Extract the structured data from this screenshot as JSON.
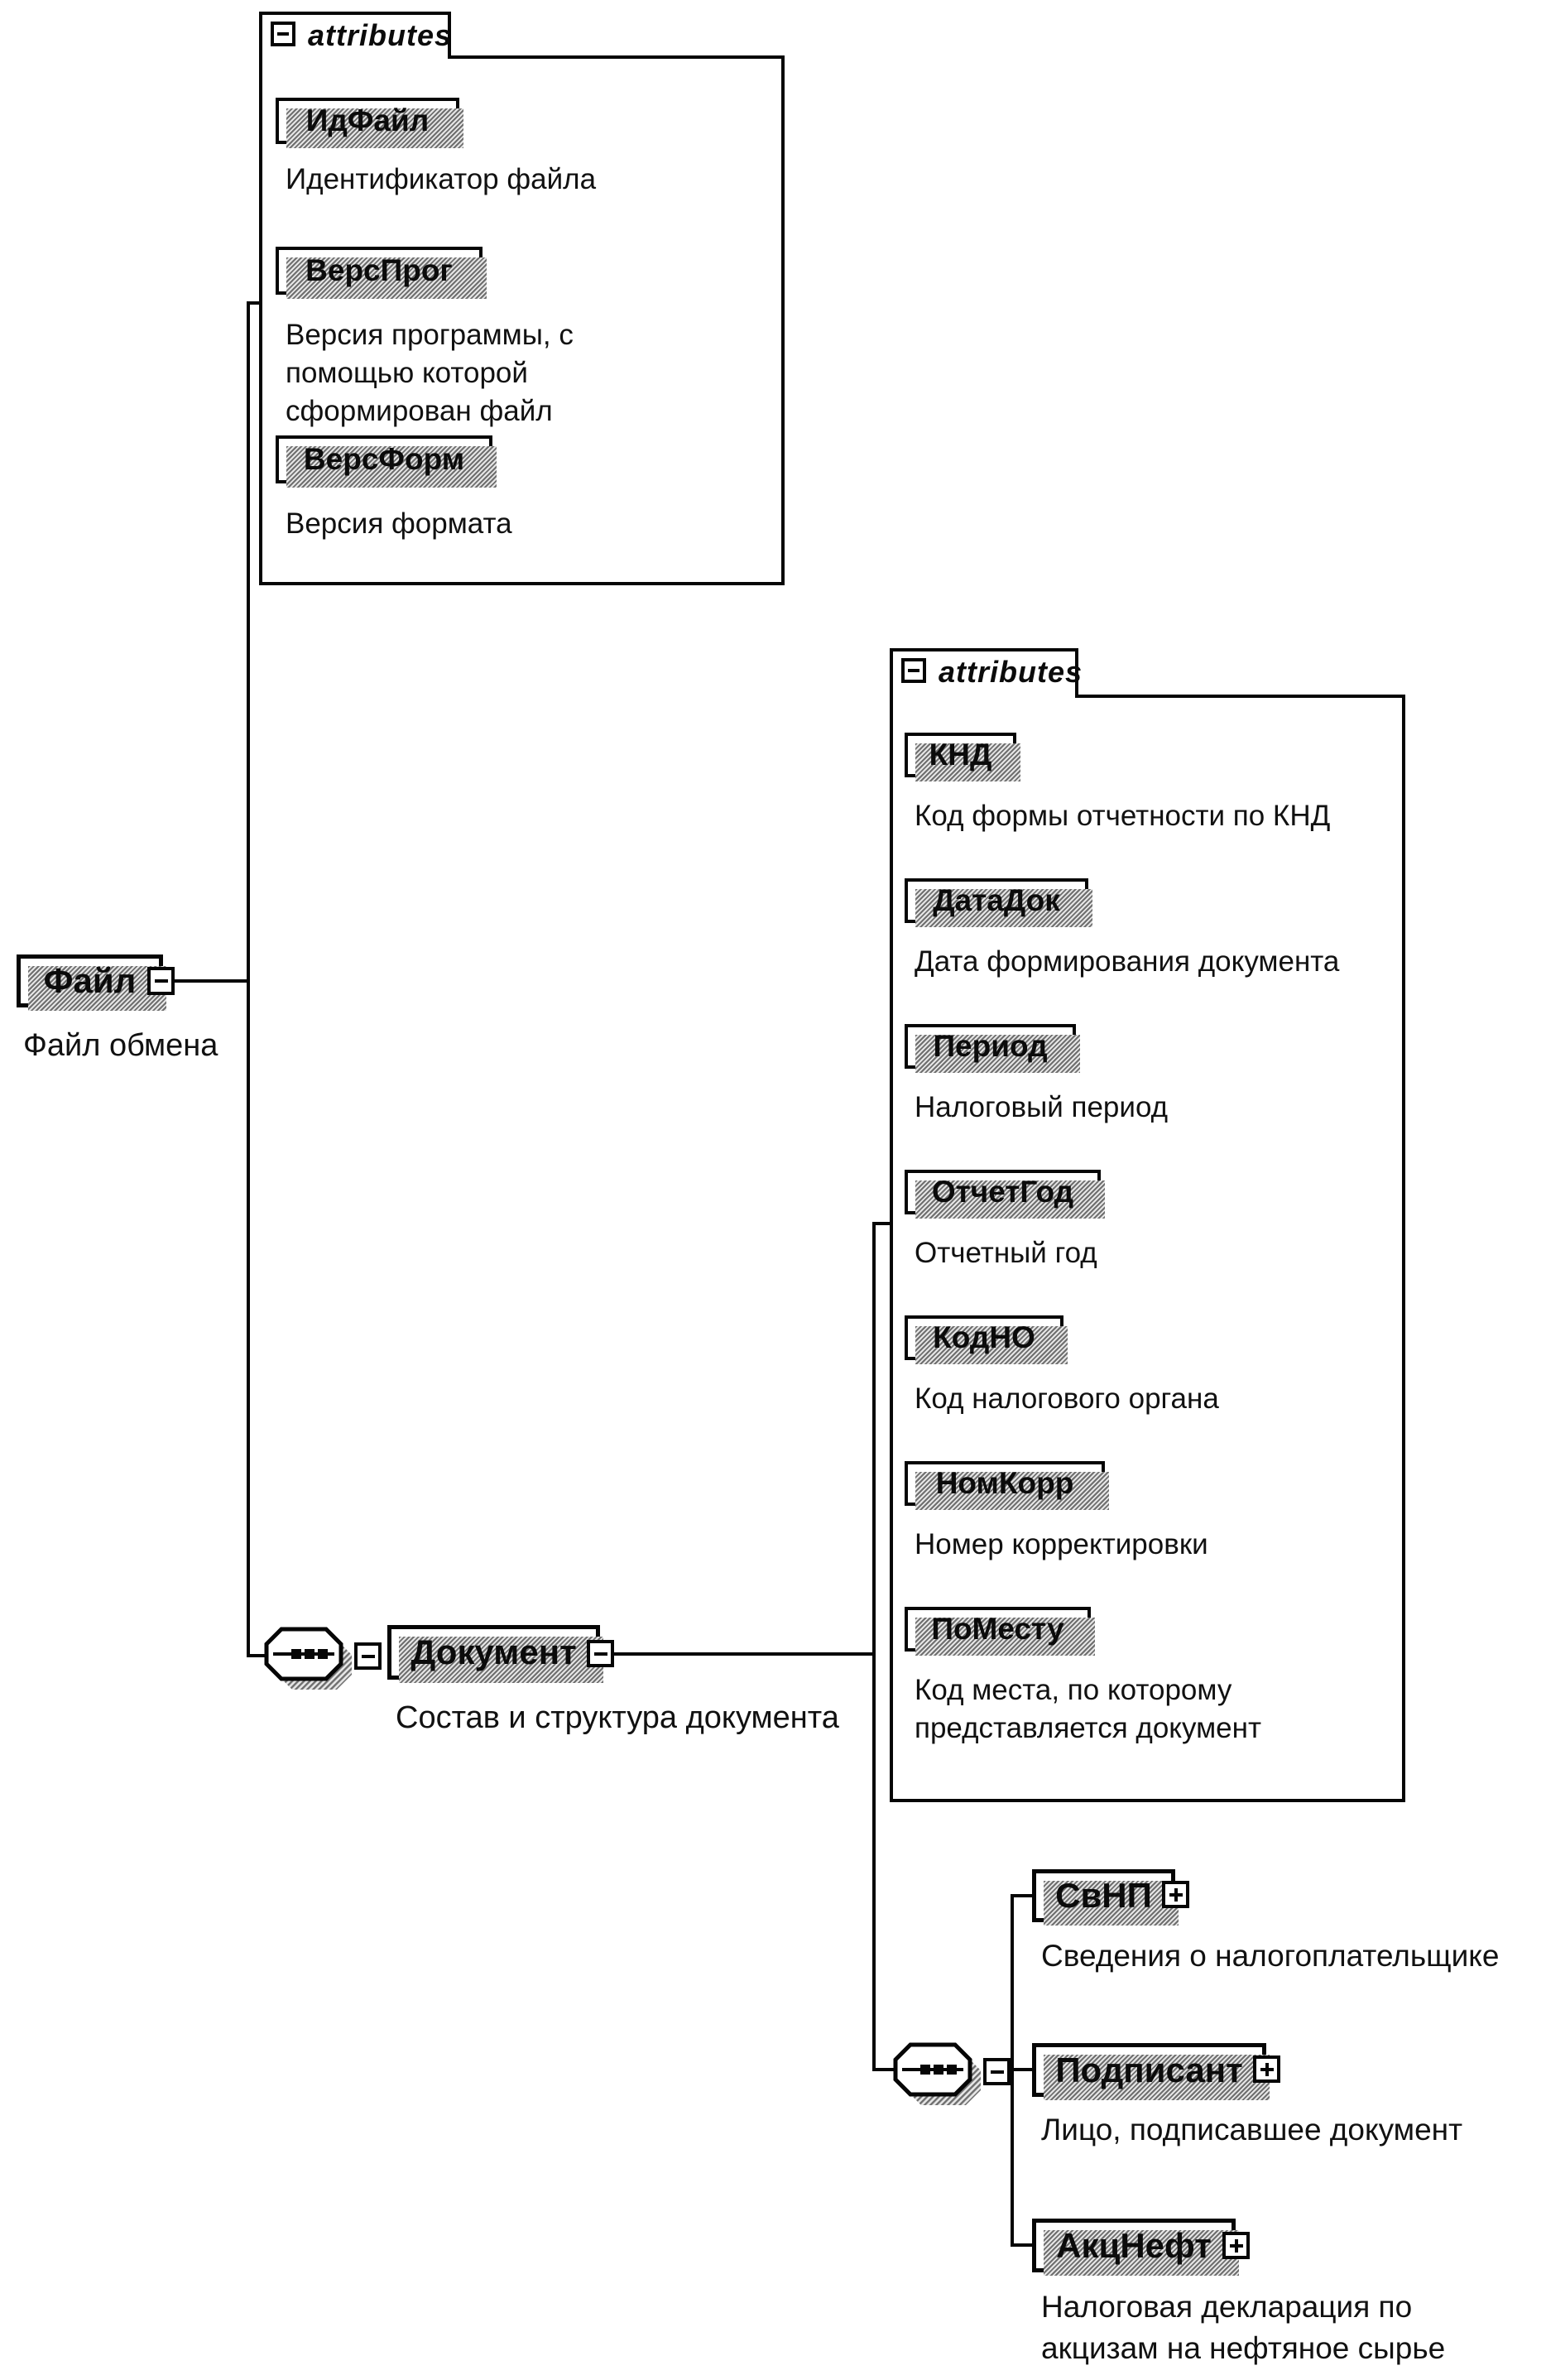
{
  "file_element": {
    "name": "Файл",
    "description": "Файл обмена"
  },
  "file_attributes": {
    "tab_label": "attributes",
    "items": [
      {
        "name": "ИдФайл",
        "description": "Идентификатор файла"
      },
      {
        "name": "ВерсПрог",
        "description": "Версия программы, с помощью которой сформирован файл"
      },
      {
        "name": "ВерсФорм",
        "description": "Версия формата"
      }
    ]
  },
  "document_element": {
    "name": "Документ",
    "description": "Состав и структура документа"
  },
  "document_attributes": {
    "tab_label": "attributes",
    "items": [
      {
        "name": "КНД",
        "description": "Код формы отчетности по КНД"
      },
      {
        "name": "ДатаДок",
        "description": "Дата формирования документа"
      },
      {
        "name": "Период",
        "description": "Налоговый период"
      },
      {
        "name": "ОтчетГод",
        "description": "Отчетный год"
      },
      {
        "name": "КодНО",
        "description": "Код налогового органа"
      },
      {
        "name": "НомКорр",
        "description": "Номер корректировки"
      },
      {
        "name": "ПоМесту",
        "description": "Код места, по которому представляется документ"
      }
    ]
  },
  "document_children": {
    "items": [
      {
        "name": "СвНП",
        "description": "Сведения о налогоплательщике"
      },
      {
        "name": "Подписант",
        "description": "Лицо, подписавшее документ"
      },
      {
        "name": "АкцНефт",
        "description": "Налоговая декларация по акцизам на нефтяное сырье"
      }
    ]
  },
  "icons": {
    "collapse": "minus",
    "expand": "plus",
    "compositor": "sequence"
  },
  "colors": {
    "line": "#060606",
    "shadow_hatch": "#6f6f6f",
    "background": "#ffffff"
  }
}
